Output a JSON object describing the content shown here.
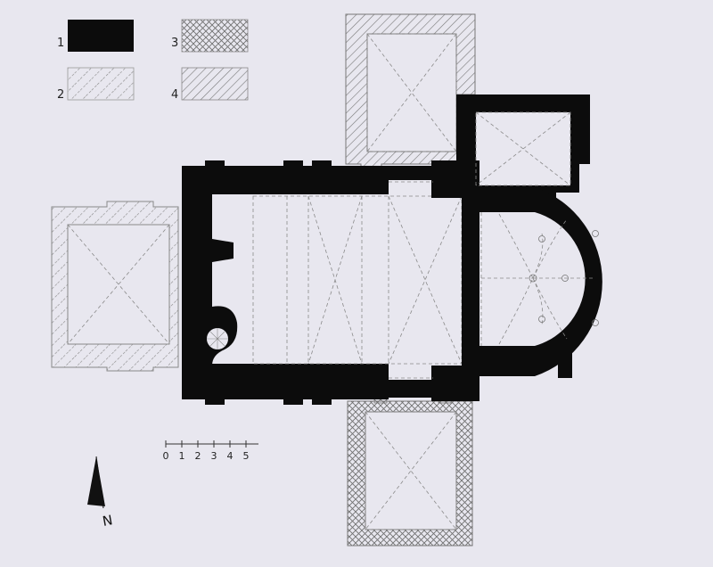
{
  "legend": {
    "items": [
      {
        "key": "1",
        "pattern": "solid"
      },
      {
        "key": "2",
        "pattern": "dashed"
      },
      {
        "key": "3",
        "pattern": "crosshatch"
      },
      {
        "key": "4",
        "pattern": "diagonal"
      }
    ]
  },
  "scale_bar": {
    "ticks": [
      "0",
      "1",
      "2",
      "3",
      "4",
      "5"
    ]
  },
  "north_arrow": {
    "label": "N"
  },
  "colors": {
    "background": "#e8e7ef",
    "wall": "#0c0c0c",
    "line": "#6a6a6a"
  }
}
